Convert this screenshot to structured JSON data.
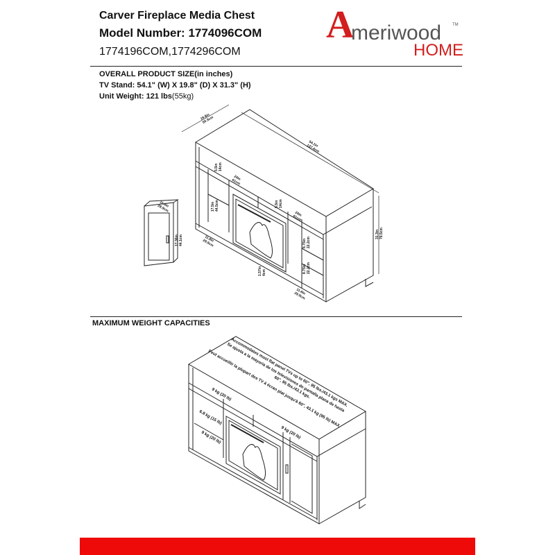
{
  "header": {
    "title": "Carver Fireplace Media Chest",
    "model_number": "Model Number: 1774096COM",
    "alt_models": "1774196COM,1774296COM"
  },
  "logo": {
    "a": "A",
    "word": "meriwood",
    "tm": "TM",
    "home": "HOME",
    "brand_color": "#d21e1e"
  },
  "overall": {
    "heading": "OVERALL PRODUCT SIZE(in inches)",
    "tv_stand": "TV Stand:  54.1\" (W) X 19.8\" (D) X  31.3\" (H)",
    "weight_label": "Unit Weight:  121 lbs",
    "weight_metric": "(55kg)"
  },
  "dimensions": {
    "depth": [
      "19.8in",
      "50.3cm"
    ],
    "width": [
      "54.1in",
      "137.4cm"
    ],
    "height": [
      "31.3in",
      "79.5cm"
    ],
    "top_shelf_h": [
      "5.5in",
      "14cm"
    ],
    "top_shelf_w_left": [
      "24in",
      "61cm"
    ],
    "top_shelf_h_right": [
      "5.5in",
      "14cm"
    ],
    "top_shelf_w_right": [
      "24in",
      "61cm"
    ],
    "left_shelf_h": [
      "17.5in",
      "44.5cm"
    ],
    "left_depth": [
      "11.8in",
      "29.9cm"
    ],
    "right_shelf_h1": [
      "8.75in",
      "22.2cm"
    ],
    "right_shelf_h2": [
      "8.75in",
      "22.2cm"
    ],
    "right_depth": [
      "11.8in",
      "29.9cm"
    ],
    "fireplace_gap": [
      "1.57in",
      "4cm"
    ],
    "door_w": [
      "11.4in",
      "28.9cm"
    ],
    "door_h": [
      "17.36in",
      "44.1cm"
    ]
  },
  "capacities": {
    "heading": "MAXIMUM WEIGHT CAPACITIES",
    "top_en": "Accommodates most flat panel TVs up to 60\", 95 lbs./43.1 kgs MAX.",
    "top_es": "Se ajusta a la mayoria de los televisiones de pantalla plana de hasta",
    "top_es2": "60\", 95 lbs./43.1 kgs.",
    "top_fr": "Peut accueillir la plupart des TV à écran plat jusqu'à 60\", 43.1 kg (95 lb) MAX.",
    "shelf_top_left": "9 kg (20 lb)",
    "shelf_top_right": "9 kg (20 lb)",
    "shelf_left_upper": "6.8 kg (15 lb)",
    "shelf_left_lower": "9 kg (20 lb)"
  },
  "footer": {
    "bar_color": "#ef0a0a"
  }
}
